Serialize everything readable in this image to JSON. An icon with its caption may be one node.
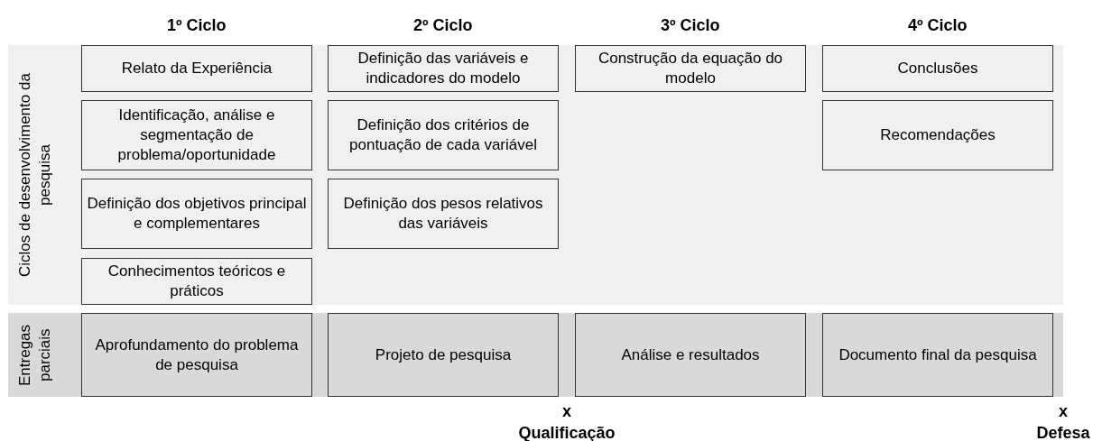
{
  "diagram": {
    "nodes": [
      {
        "text": [
          "Ciclos de desenvolvimento da pesquisa"
        ]
      },
      {
        "text": [
          "Relato da Experiência"
        ],
        "in": 0
      },
      {
        "text": [
          "Definição das variáveis e indicadores do modelo"
        ],
        "in": 0
      },
      {
        "text": [
          "Construção da equação do modelo"
        ],
        "in": 0
      },
      {
        "text": [
          "Conclusões"
        ],
        "in": 0
      },
      {
        "text": [
          "Identificação, análise e segmentação de problema/oportunidade"
        ],
        "in": 0
      },
      {
        "text": [
          "Definição dos critérios de pontuação de cada variável"
        ],
        "in": 0
      },
      {
        "text": [
          "Recomendações"
        ],
        "in": 0
      },
      {
        "text": [
          "Definição dos objetivos principal e complementares"
        ],
        "in": 0
      },
      {
        "text": [
          "Definição dos pesos relativos das variáveis"
        ],
        "in": 0
      },
      {
        "text": [
          "Conhecimentos teóricos e práticos"
        ],
        "in": 0
      },
      {
        "text": [
          "Entregas parciais"
        ]
      },
      {
        "text": [
          "Aprofundamento do problema de pesquisa"
        ],
        "in": 11
      },
      {
        "text": [
          "Projeto de pesquisa"
        ],
        "in": 11
      },
      {
        "text": [
          "Análise e resultados"
        ],
        "in": 11
      },
      {
        "text": [
          "Documento final da pesquisa"
        ],
        "in": 11
      }
    ],
    "edges": [],
    "labels": [
      "1º Ciclo",
      "2º Ciclo",
      "3º Ciclo",
      "4º Ciclo",
      "x",
      "x",
      "Qualificação",
      "Defesa"
    ]
  }
}
